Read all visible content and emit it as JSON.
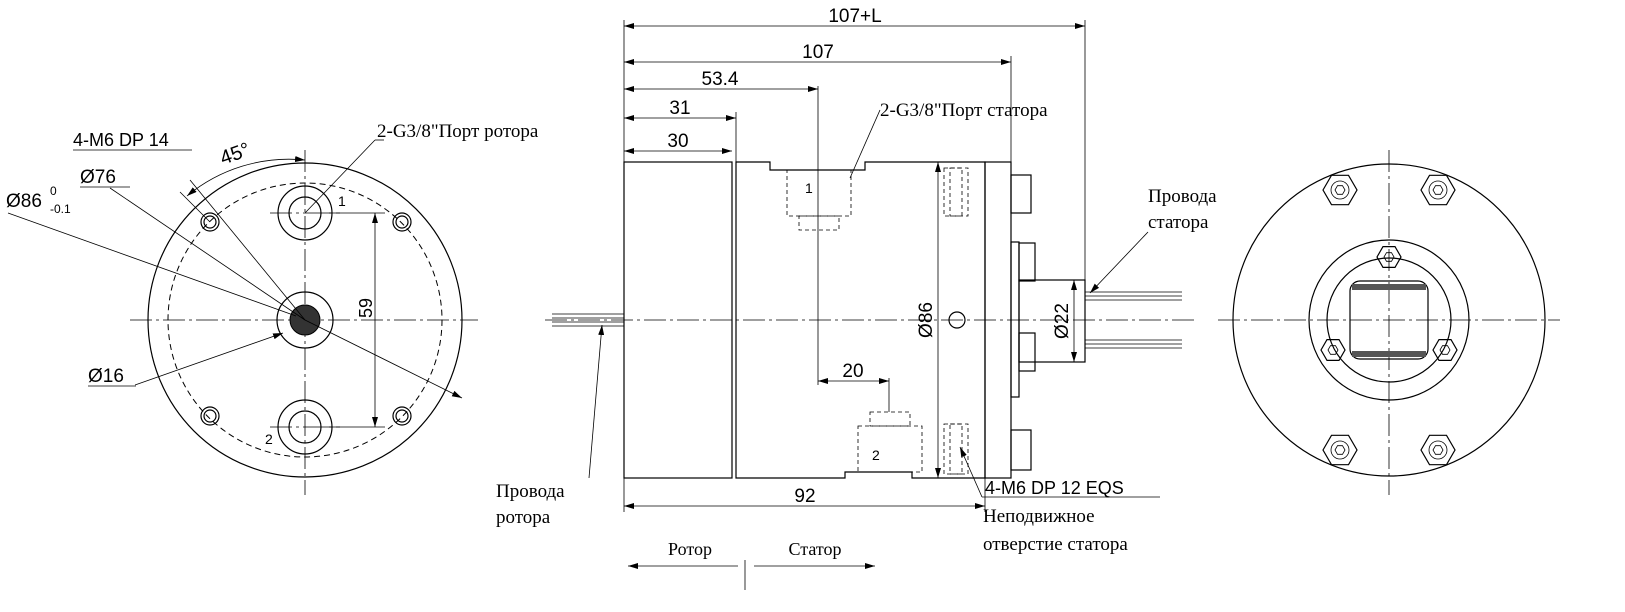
{
  "front_view": {
    "label_holes": "4-M6 DP  14",
    "label_angle": "45°",
    "label_d76": "Ø76",
    "label_d86": "Ø86",
    "label_d86_tol_upper": "0",
    "label_d86_tol_lower": "-0.1",
    "label_d16": "Ø16",
    "label_59": "59",
    "label_rotor_port": "2-G3/8\"Порт ротора",
    "port_1": "1",
    "port_2": "2"
  },
  "side_view": {
    "dim_total": "107+L",
    "dim_107": "107",
    "dim_53_4": "53.4",
    "dim_31": "31",
    "dim_30": "30",
    "dim_20": "20",
    "dim_92": "92",
    "dim_d86": "Ø86",
    "dim_d22": "Ø22",
    "label_stator_port": "2-G3/8\"Порт статора",
    "port_1": "1",
    "port_2": "2",
    "label_stator_wires": [
      "Провода",
      "статора"
    ],
    "label_rotor_wires": [
      "Провода",
      "ротора"
    ],
    "label_thread": "4-M6 DP 12 EQS",
    "label_fixed_hole": [
      "Неподвижное",
      "отверстие статора"
    ],
    "legend_rotor": "Ротор",
    "legend_stator": "Статор"
  }
}
